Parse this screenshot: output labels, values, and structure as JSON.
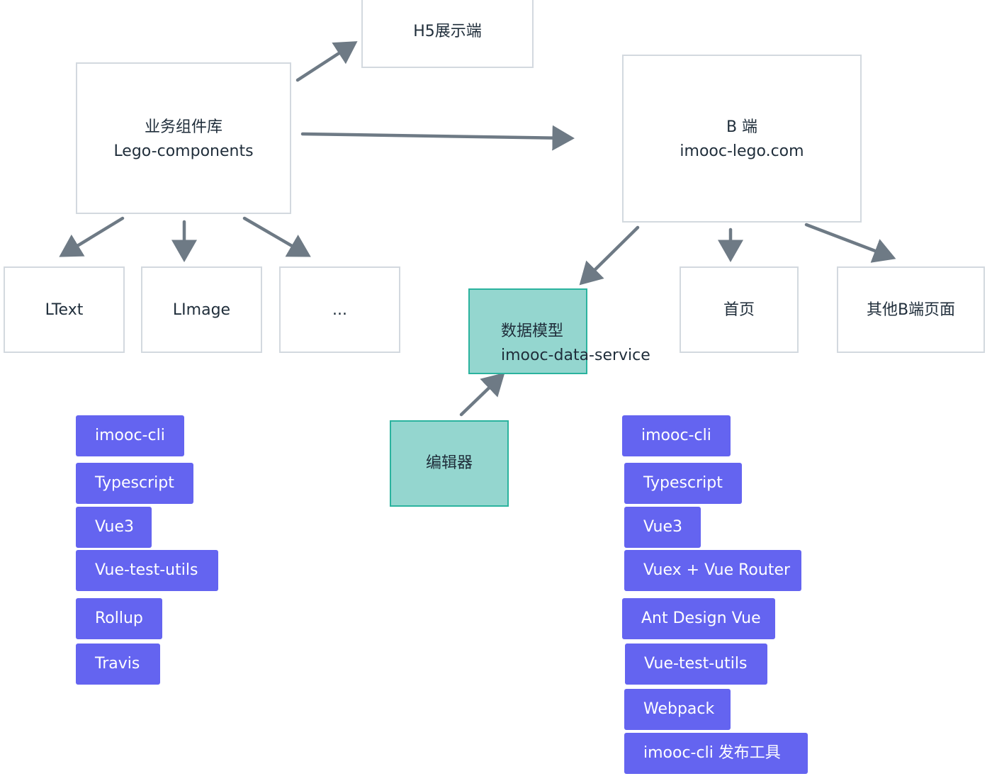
{
  "nodes": {
    "h5": "H5展示端",
    "business_lib": {
      "line1": "业务组件库",
      "line2": "Lego-components"
    },
    "b_side": {
      "line1": "B 端",
      "line2": "imooc-lego.com"
    },
    "ltext": "LText",
    "limage": "LImage",
    "more": "...",
    "data_model": {
      "line1": "数据模型",
      "line2": "imooc-data-service"
    },
    "home": "首页",
    "other_b_pages": "其他B端页面",
    "editor": "编辑器"
  },
  "left_stack": [
    "imooc-cli",
    "Typescript",
    "Vue3",
    "Vue-test-utils",
    "Rollup",
    "Travis"
  ],
  "right_stack": [
    "imooc-cli",
    "Typescript",
    "Vue3",
    "Vuex + Vue Router",
    "Ant Design Vue",
    "Vue-test-utils",
    "Webpack",
    "imooc-cli 发布工具"
  ],
  "colors": {
    "pill": "#6464f0",
    "box_border": "#d3d9df",
    "teal_fill": "#94d6cf",
    "teal_border": "#2bb39e",
    "arrow": "#6e7a85"
  }
}
